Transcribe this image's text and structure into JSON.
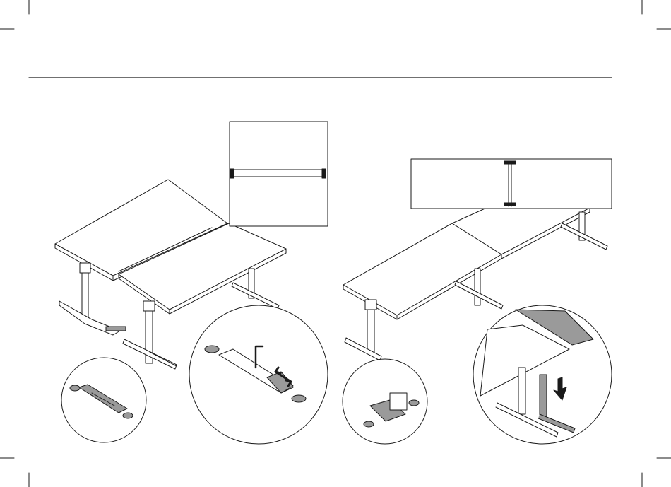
{
  "page": {
    "background": "#ffffff",
    "line_color": "#1a1a1a",
    "gray_fill": "#9a9a9a",
    "light_fill": "#e6e6e6"
  },
  "figures": {
    "left": {
      "subject": "two-desk-back-to-back-assembly",
      "details": [
        "screen-panel-inset",
        "foot-connector-detail",
        "adjust-connector-detail"
      ]
    },
    "right": {
      "subject": "desk-row-with-angled-extension",
      "details": [
        "screen-panel-inset-wide",
        "angled-connector-detail",
        "lowering-arrow-detail"
      ]
    }
  },
  "icons": [
    "double-arrow-icon",
    "down-arrow-icon",
    "hex-key-icon"
  ]
}
